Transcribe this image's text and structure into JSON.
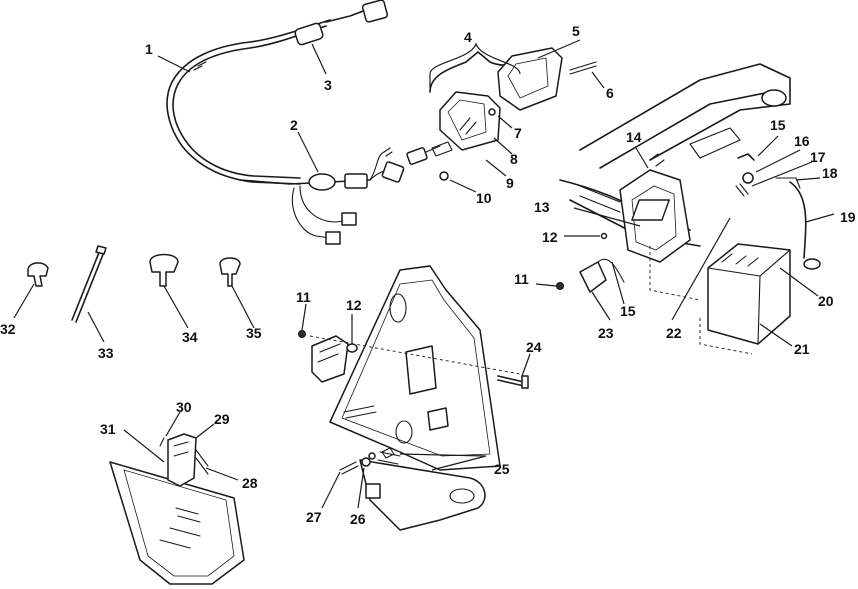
{
  "callouts": {
    "c1": "1",
    "c2": "2",
    "c3": "3",
    "c4": "4",
    "c5": "5",
    "c6": "6",
    "c7": "7",
    "c8": "8",
    "c9": "9",
    "c10": "10",
    "c11a": "11",
    "c11b": "11",
    "c12a": "12",
    "c12b": "12",
    "c13": "13",
    "c14": "14",
    "c15a": "15",
    "c15b": "15",
    "c16": "16",
    "c17": "17",
    "c18": "18",
    "c19": "19",
    "c20": "20",
    "c21": "21",
    "c22": "22",
    "c23": "23",
    "c24": "24",
    "c25": "25",
    "c26": "26",
    "c27": "27",
    "c28": "28",
    "c29": "29",
    "c30": "30",
    "c31": "31",
    "c32": "32",
    "c33": "33",
    "c34": "34",
    "c35": "35"
  }
}
